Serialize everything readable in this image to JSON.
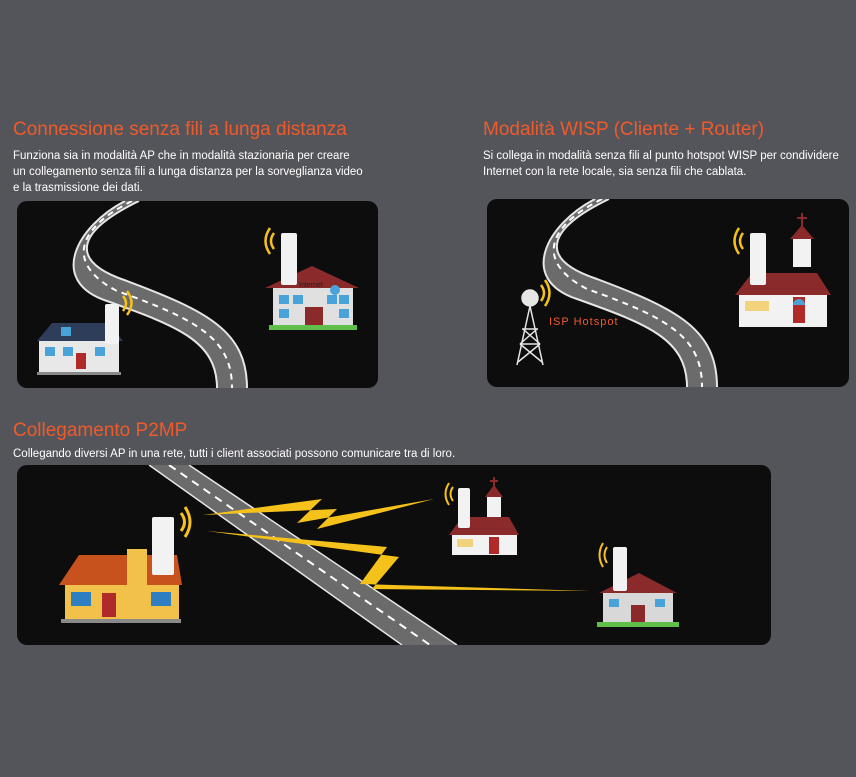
{
  "sections": [
    {
      "title": "Connessione senza fili a lunga distanza",
      "description": "Funziona sia in modalità AP che in modalità stazionaria per creare un collegamento senza fili a lunga distanza per la sorveglianza video e la trasmissione dei dati.",
      "image_labels": {
        "internet": "Internet"
      }
    },
    {
      "title": "Modalità WISP (Cliente + Router)",
      "description": "Si collega in modalità senza fili al punto hotspot WISP per condividere Internet con la rete locale, sia senza fili che cablata.",
      "image_labels": {
        "hotspot": "ISP Hotspot"
      }
    },
    {
      "title": "Collegamento P2MP",
      "description": "Collegando diversi AP in una rete, tutti i client associati possono comunicare tra di loro."
    }
  ],
  "colors": {
    "background": "#54555a",
    "title": "#f05a2a",
    "panel": "#0d0d0e",
    "signal": "#f4c21a",
    "roof": "#8a2a2a"
  }
}
